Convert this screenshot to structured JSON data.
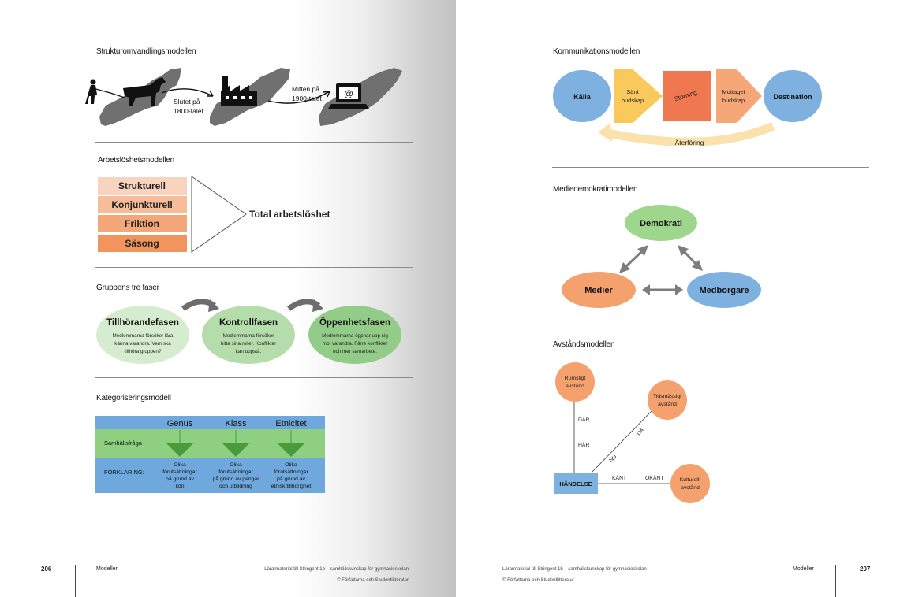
{
  "left": {
    "page_number": "206",
    "section": "Modeller",
    "footer_line1": "Lärarmaterial till Stringent 1b – samhällskunskap för gymnasieskolan",
    "footer_line2": "© Författarna och Studentlitteratur",
    "strukturomvandling": {
      "title": "Strukturomvandlingsmodellen",
      "label1a": "Slutet på",
      "label1b": "1800-talet",
      "label2a": "Mitten på",
      "label2b": "1900-talet",
      "laptop_symbol": "@"
    },
    "arbetsloshet": {
      "title": "Arbetslöshetsmodellen",
      "items": [
        "Strukturell",
        "Konjunkturell",
        "Friktion",
        "Säsong"
      ],
      "total": "Total arbetslöshet",
      "colors": [
        "#f8d3bd",
        "#f6bd98",
        "#f4a879",
        "#f2955c"
      ]
    },
    "gruppens_faser": {
      "title": "Gruppens tre faser",
      "phases": [
        {
          "name": "Tillhörandefasen",
          "l1": "Medlemmarna försöker lära",
          "l2": "känna varandra. Vem ska",
          "l3": "tillhöra gruppen?",
          "color": "#d6ecd0"
        },
        {
          "name": "Kontrollfasen",
          "l1": "Medlemmarna försöker",
          "l2": "hitta sina roller. Konflikter",
          "l3": "kan uppstå.",
          "color": "#b5dcab"
        },
        {
          "name": "Öppenhetsfasen",
          "l1": "Medlemmarna öppnar upp sig",
          "l2": "mot varandra. Färre konflikter",
          "l3": "och mer samarbete.",
          "color": "#93cc88"
        }
      ]
    },
    "kategorisering": {
      "title": "Kategoriseringsmodell",
      "columns": [
        "Genus",
        "Klass",
        "Etnicitet"
      ],
      "row1": "Samhällsfråga",
      "row2": "FÖRKLARING:",
      "explanations": [
        {
          "l1": "Olika",
          "l2": "förutsättningar",
          "l3": "på grund av",
          "l4": "kön"
        },
        {
          "l1": "Olika",
          "l2": "förutsättningar",
          "l3": "på grund av pengar",
          "l4": "och utbildning"
        },
        {
          "l1": "Olika",
          "l2": "förutsättningar",
          "l3": "på grund av",
          "l4": "etnisk tillhörighet"
        }
      ],
      "colors": {
        "blue": "#6fa8dc",
        "green": "#8fcf80",
        "arrow": "#4a9a3e"
      }
    }
  },
  "right": {
    "page_number": "207",
    "section": "Modeller",
    "footer_line1": "Lärarmaterial till Stringent 1b – samhällskunskap för gymnasieskolan",
    "footer_line2": "© Författarna och Studentlitteratur",
    "kommunikation": {
      "title": "Kommunikationsmodellen",
      "source": "Källa",
      "sent_a": "Sänt",
      "sent_b": "budskap",
      "noise": "Störning",
      "recv_a": "Mottaget",
      "recv_b": "budskap",
      "destination": "Destination",
      "feedback": "Återföring",
      "colors": {
        "blue": "#7fb1e0",
        "yellow": "#f9c95c",
        "red": "#f07850",
        "orange": "#f5a777",
        "feedback": "#fbe1ac"
      }
    },
    "mediedemokrati": {
      "title": "Mediedemokratimodellen",
      "top": "Demokrati",
      "left": "Medier",
      "right": "Medborgare",
      "colors": {
        "green": "#9fd68d",
        "orange": "#f5a16e",
        "blue": "#7fb1e0",
        "arrow": "#7d7d7d"
      }
    },
    "avstand": {
      "title": "Avståndsmodellen",
      "spatial_a": "Rumsligt",
      "spatial_b": "avstånd",
      "temporal_a": "Tidsmässigt",
      "temporal_b": "avstånd",
      "cultural_a": "Kulturellt",
      "cultural_b": "avstånd",
      "event": "HÄNDELSE",
      "dar": "DÄR",
      "har": "HÄR",
      "nu": "NU",
      "da": "DÅ",
      "kant": "KÄNT",
      "okant": "OKÄNT",
      "colors": {
        "orange": "#f5a16e",
        "blue": "#7fb1e0"
      }
    }
  }
}
